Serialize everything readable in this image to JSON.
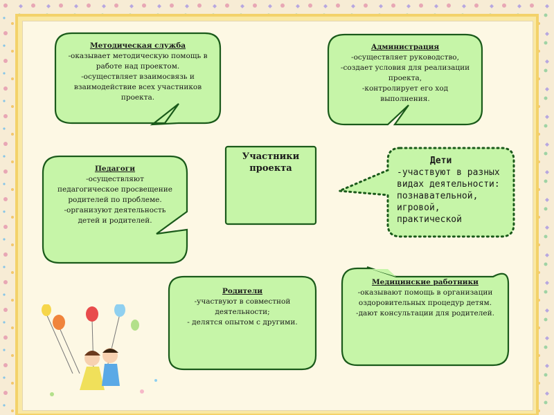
{
  "center": {
    "lines": [
      "Участники",
      "проекта"
    ]
  },
  "nodes": {
    "metod": {
      "title": "Методическая служба",
      "lines": [
        "-оказывает методическую помощь в",
        "работе над проектом.",
        "-осуществляет взаимосвязь и",
        "взаимодействие всех участников",
        "проекта."
      ]
    },
    "admin": {
      "title": "Администрация",
      "lines": [
        "-осуществляет руководство,",
        "-создает условия для реализации",
        "проекта,",
        "-контролирует его ход",
        "выполнения."
      ]
    },
    "pedagogi": {
      "title": "Педагоги",
      "lines": [
        "-осуществляют",
        "педагогическое просвещение",
        "родителей по проблеме.",
        "-организуют деятельность",
        "детей и родителей."
      ]
    },
    "deti": {
      "title": "Дети",
      "lines": [
        "-участвуют в разных",
        "видах деятельности:",
        "познавательной,",
        "игровой,",
        "практической"
      ]
    },
    "roditeli": {
      "title": "Родители",
      "lines": [
        "-участвуют в  совместной",
        "деятельности;",
        "- делятся опытом с другими."
      ]
    },
    "med": {
      "title": "Медицинские работники",
      "lines": [
        "-оказывают помощь в организации",
        "оздоровительных процедур детям.",
        "-дают консультации для родителей."
      ]
    }
  },
  "colors": {
    "bubble_fill": "#c6f5a8",
    "bubble_stroke": "#1a5a1a",
    "center_fill": "#c6f5a8",
    "frame_pink": "#e8a7b5",
    "frame_gold": "#f3d26a"
  }
}
